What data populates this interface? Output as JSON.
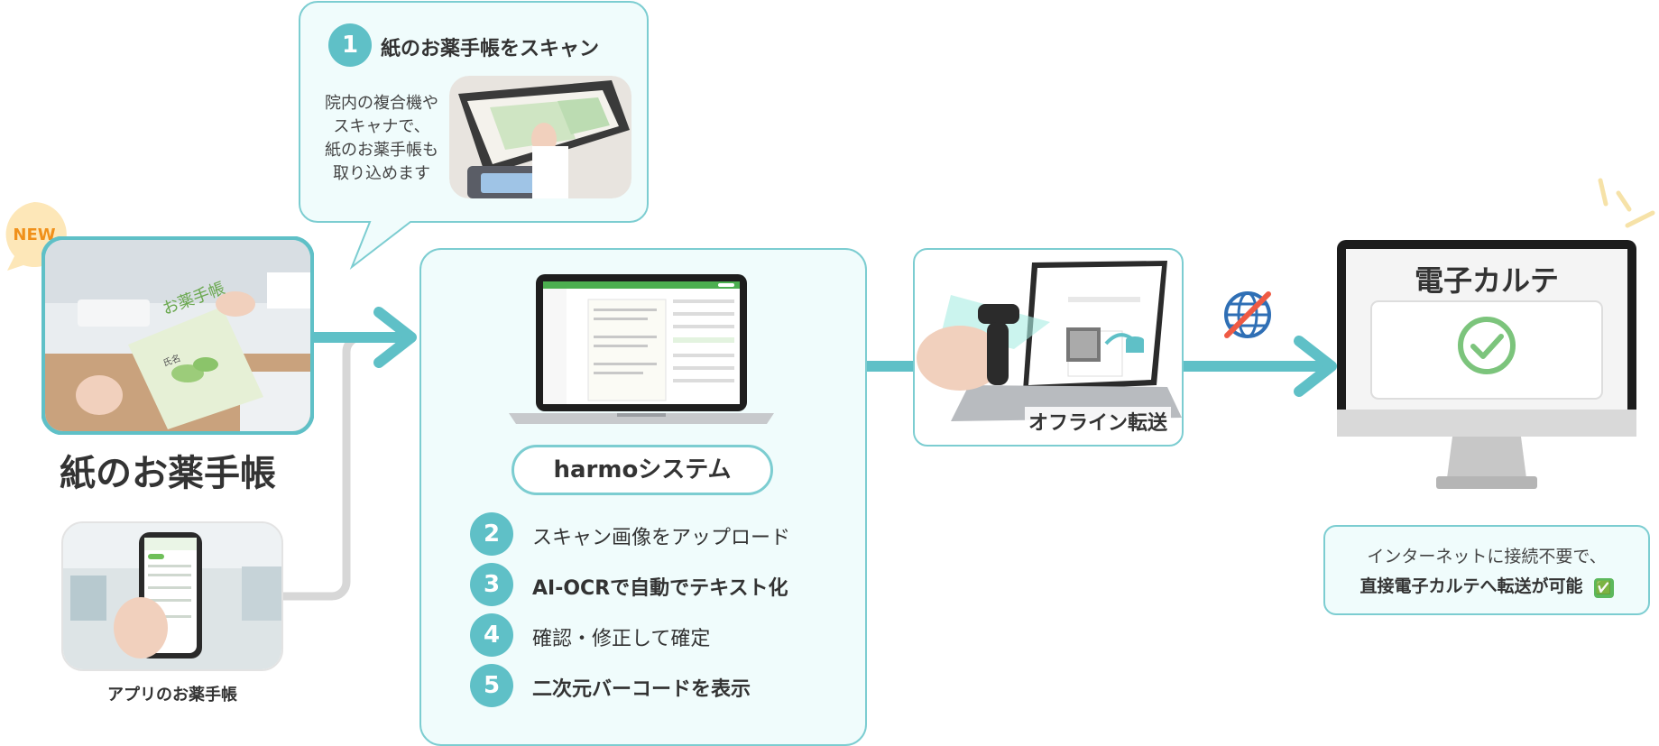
{
  "colors": {
    "teal": "#5fc0c7",
    "teal_light": "#f0fcfc",
    "teal_border": "#7ccdd1",
    "gray_line": "#d7d7d7",
    "dark": "#333333",
    "new_badge": "#fde7b8",
    "new_text": "#f0901a",
    "check": "#7cc47c"
  },
  "scan_bubble": {
    "step_number": "1",
    "title": "紙のお薬手帳をスキャン",
    "desc_lines": [
      "院内の複合機や",
      "スキャナで、",
      "紙のお薬手帳も",
      "取り込めます"
    ]
  },
  "new_badge": "NEW",
  "paper_notebook": {
    "label": "紙のお薬手帳",
    "card_title": "お薬手帳",
    "card_name_label": "氏名"
  },
  "app_notebook": {
    "label": "アプリのお薬手帳"
  },
  "harmo": {
    "system_name": "harmoシステム",
    "steps": [
      {
        "num": "2",
        "text": "スキャン画像をアップロード"
      },
      {
        "num": "3",
        "text": "AI-OCRで自動でテキスト化"
      },
      {
        "num": "4",
        "text": "確認・修正して確定"
      },
      {
        "num": "5",
        "text": "二次元バーコードを表示"
      }
    ]
  },
  "offline": {
    "label": "オフライン転送"
  },
  "ehr": {
    "screen_title": "電子カルテ",
    "note_line1": "インターネットに接続不要で、",
    "note_line2": "直接電子カルテへ転送が可能",
    "note_emoji": "✅"
  },
  "icons": {
    "globe": "globe-no-internet-icon",
    "check": "check-circle-icon"
  }
}
